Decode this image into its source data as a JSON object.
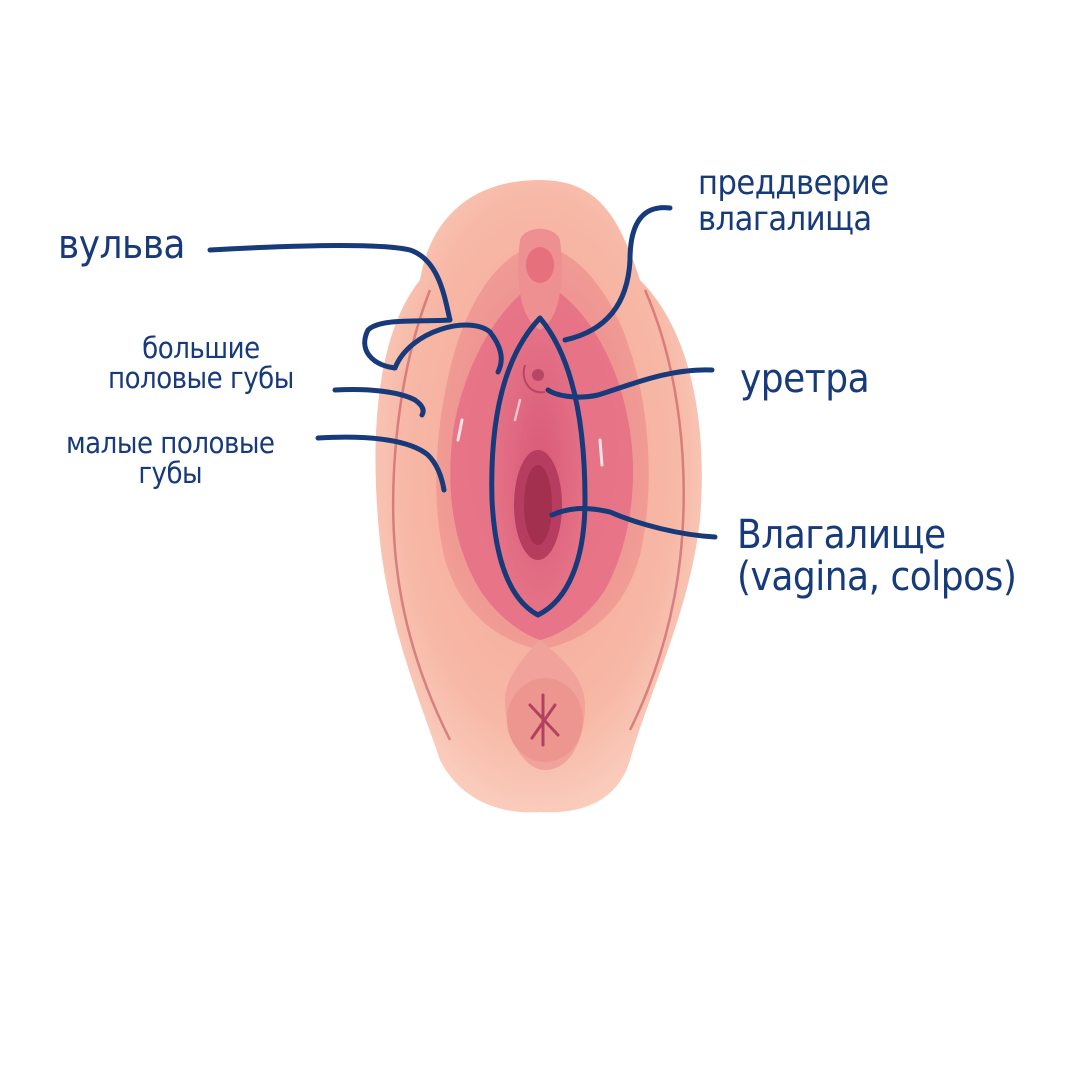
{
  "labels": {
    "vulva": "вульва",
    "labia_majora": [
      "большие",
      "половые губы"
    ],
    "labia_minora": [
      "малые половые",
      "губы"
    ],
    "vestibule": [
      "преддверие",
      "влагалища"
    ],
    "urethra": "уретра",
    "vagina": [
      "Влагалище",
      "(vagina, colpos)"
    ]
  },
  "colors": {
    "leader_line": "#163a7a",
    "skin_outer": "#f7b6a3",
    "skin_mid": "#f09b8c",
    "labia_minora": "#e87b84",
    "vestibule": "#d95a76",
    "opening": "#b83a5e",
    "background": "#ffffff"
  },
  "icons": {
    "illustration": "vulva-anatomy-illustration"
  }
}
